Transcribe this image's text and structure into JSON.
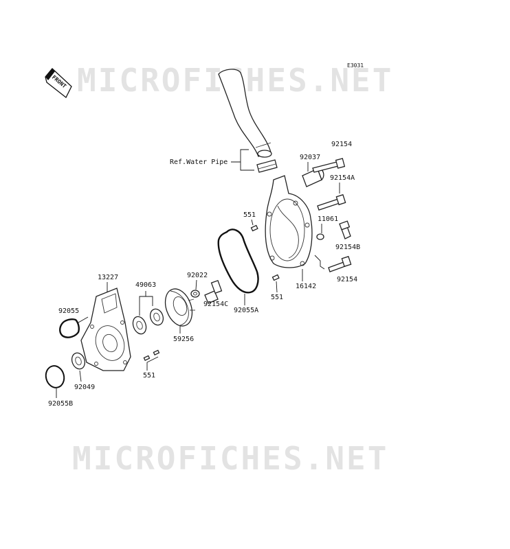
{
  "diagram_code": "E3031",
  "watermark_top": "MICROFICHES.NET",
  "watermark_bottom": "MICROFICHES.NET",
  "front_badge": "FRONT",
  "ref_label": "Ref.Water Pipe",
  "parts": {
    "p92154_top": "92154",
    "p92037": "92037",
    "p92154a": "92154A",
    "p551_upper": "551",
    "p11061": "11061",
    "p92154b": "92154B",
    "p92154_bottom": "92154",
    "p16142": "16142",
    "p551_mid": "551",
    "p92022": "92022",
    "p92154c": "92154C",
    "p92055a": "92055A",
    "p13227": "13227",
    "p49063": "49063",
    "p92055": "92055",
    "p59256": "59256",
    "p551_lower": "551",
    "p92049": "92049",
    "p92055b": "92055B"
  }
}
